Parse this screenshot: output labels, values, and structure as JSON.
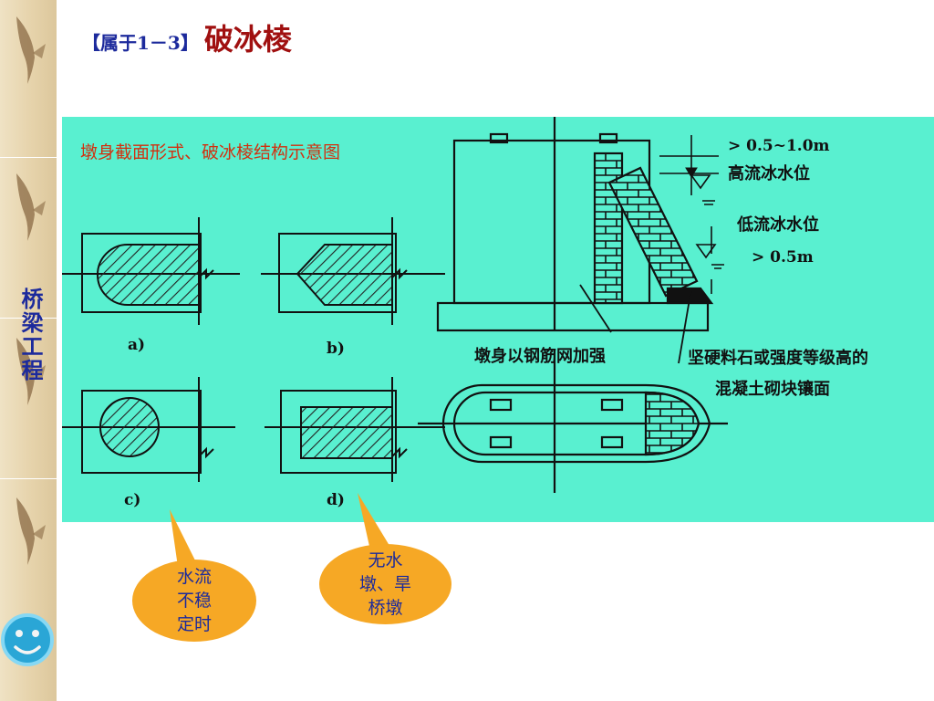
{
  "heading": {
    "tag": "【属于1－3】",
    "title": "破冰棱"
  },
  "sidebar": {
    "vertical_title": "桥梁工程"
  },
  "figure": {
    "caption": "墩身截面形式、破冰棱结构示意图",
    "sub_labels": {
      "a": "a)",
      "b": "b)",
      "c": "c)",
      "d": "d)"
    },
    "annotations": {
      "top_gap": "> 0.5~1.0m",
      "high_water": "高流冰水位",
      "low_water": "低流冰水位",
      "bottom_gap": "> 0.5m",
      "reinforce": "墩身以钢筋网加强",
      "facing_line1": "坚硬料石或强度等级高的",
      "facing_line2": "混凝土砌块镶面"
    }
  },
  "callouts": {
    "left": {
      "lines": [
        "水流",
        "不稳",
        "定时"
      ]
    },
    "right": {
      "lines": [
        "无水",
        "墩、旱",
        "桥墩"
      ]
    }
  },
  "colors": {
    "panel": "#59f0d0",
    "callout": "#f6a825",
    "title": "#a01010",
    "blue_text": "#1c2a9c",
    "caption": "#d2300f"
  }
}
